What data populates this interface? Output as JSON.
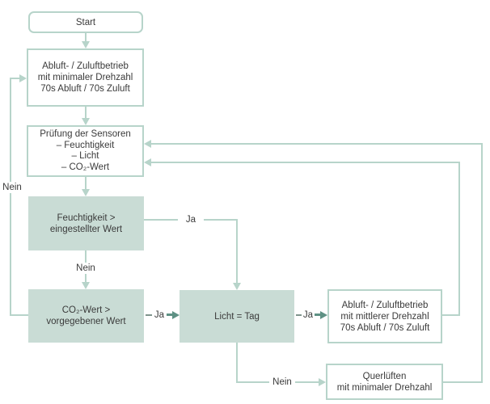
{
  "colors": {
    "line": "#b7d4ca",
    "fill": "#c9dcd5",
    "arrow_dark": "#5e9184",
    "dash": "#7f948c",
    "text": "#3a3a3a"
  },
  "nodes": {
    "start": {
      "label": "Start"
    },
    "exhaust_supply_min": {
      "line1": "Abluft- / Zuluftbetrieb",
      "line2": "mit minimaler Drehzahl",
      "line3": "70s Abluft / 70s Zuluft"
    },
    "sensor_check": {
      "line1": "Prüfung der Sensoren",
      "line2": "– Feuchtigkeit",
      "line3": "– Licht",
      "line4": "– CO₂-Wert"
    },
    "humidity": {
      "line1": "Feuchtigkeit >",
      "line2": "eingestellter Wert"
    },
    "co2": {
      "line1": "CO₂-Wert >",
      "line2": "vorgegebener Wert"
    },
    "light": {
      "label": "Licht = Tag"
    },
    "exhaust_supply_mid": {
      "line1": "Abluft- / Zuluftbetrieb",
      "line2": "mit mittlerer Drehzahl",
      "line3": "70s Abluft / 70s Zuluft"
    },
    "cross_vent": {
      "line1": "Querlüften",
      "line2": "mit minimaler Drehzahl"
    }
  },
  "labels": {
    "ja": "Ja",
    "nein": "Nein"
  }
}
